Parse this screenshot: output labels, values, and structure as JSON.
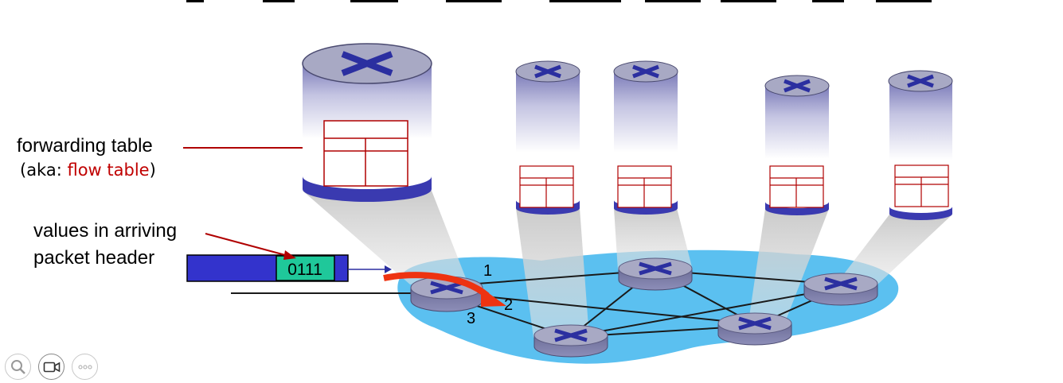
{
  "labels": {
    "forwarding_table": "forwarding table",
    "aka_prefix": "(aka: ",
    "aka_term": "flow table",
    "aka_suffix": ")",
    "values_line1": "values in arriving",
    "values_line2": "packet header",
    "packet_value": "0111"
  },
  "ports": [
    "1",
    "2",
    "3"
  ],
  "icons": [
    "zoom-icon",
    "video-icon",
    "more-icon"
  ],
  "colors": {
    "network_cloud": "#5bc0f0",
    "router_top": "#a8a9c4",
    "router_x": "#2b2fa0",
    "packet_body": "#3333cc",
    "packet_field": "#1fc89a",
    "flow_arrow": "#ee3311",
    "table_border": "#b00000"
  }
}
